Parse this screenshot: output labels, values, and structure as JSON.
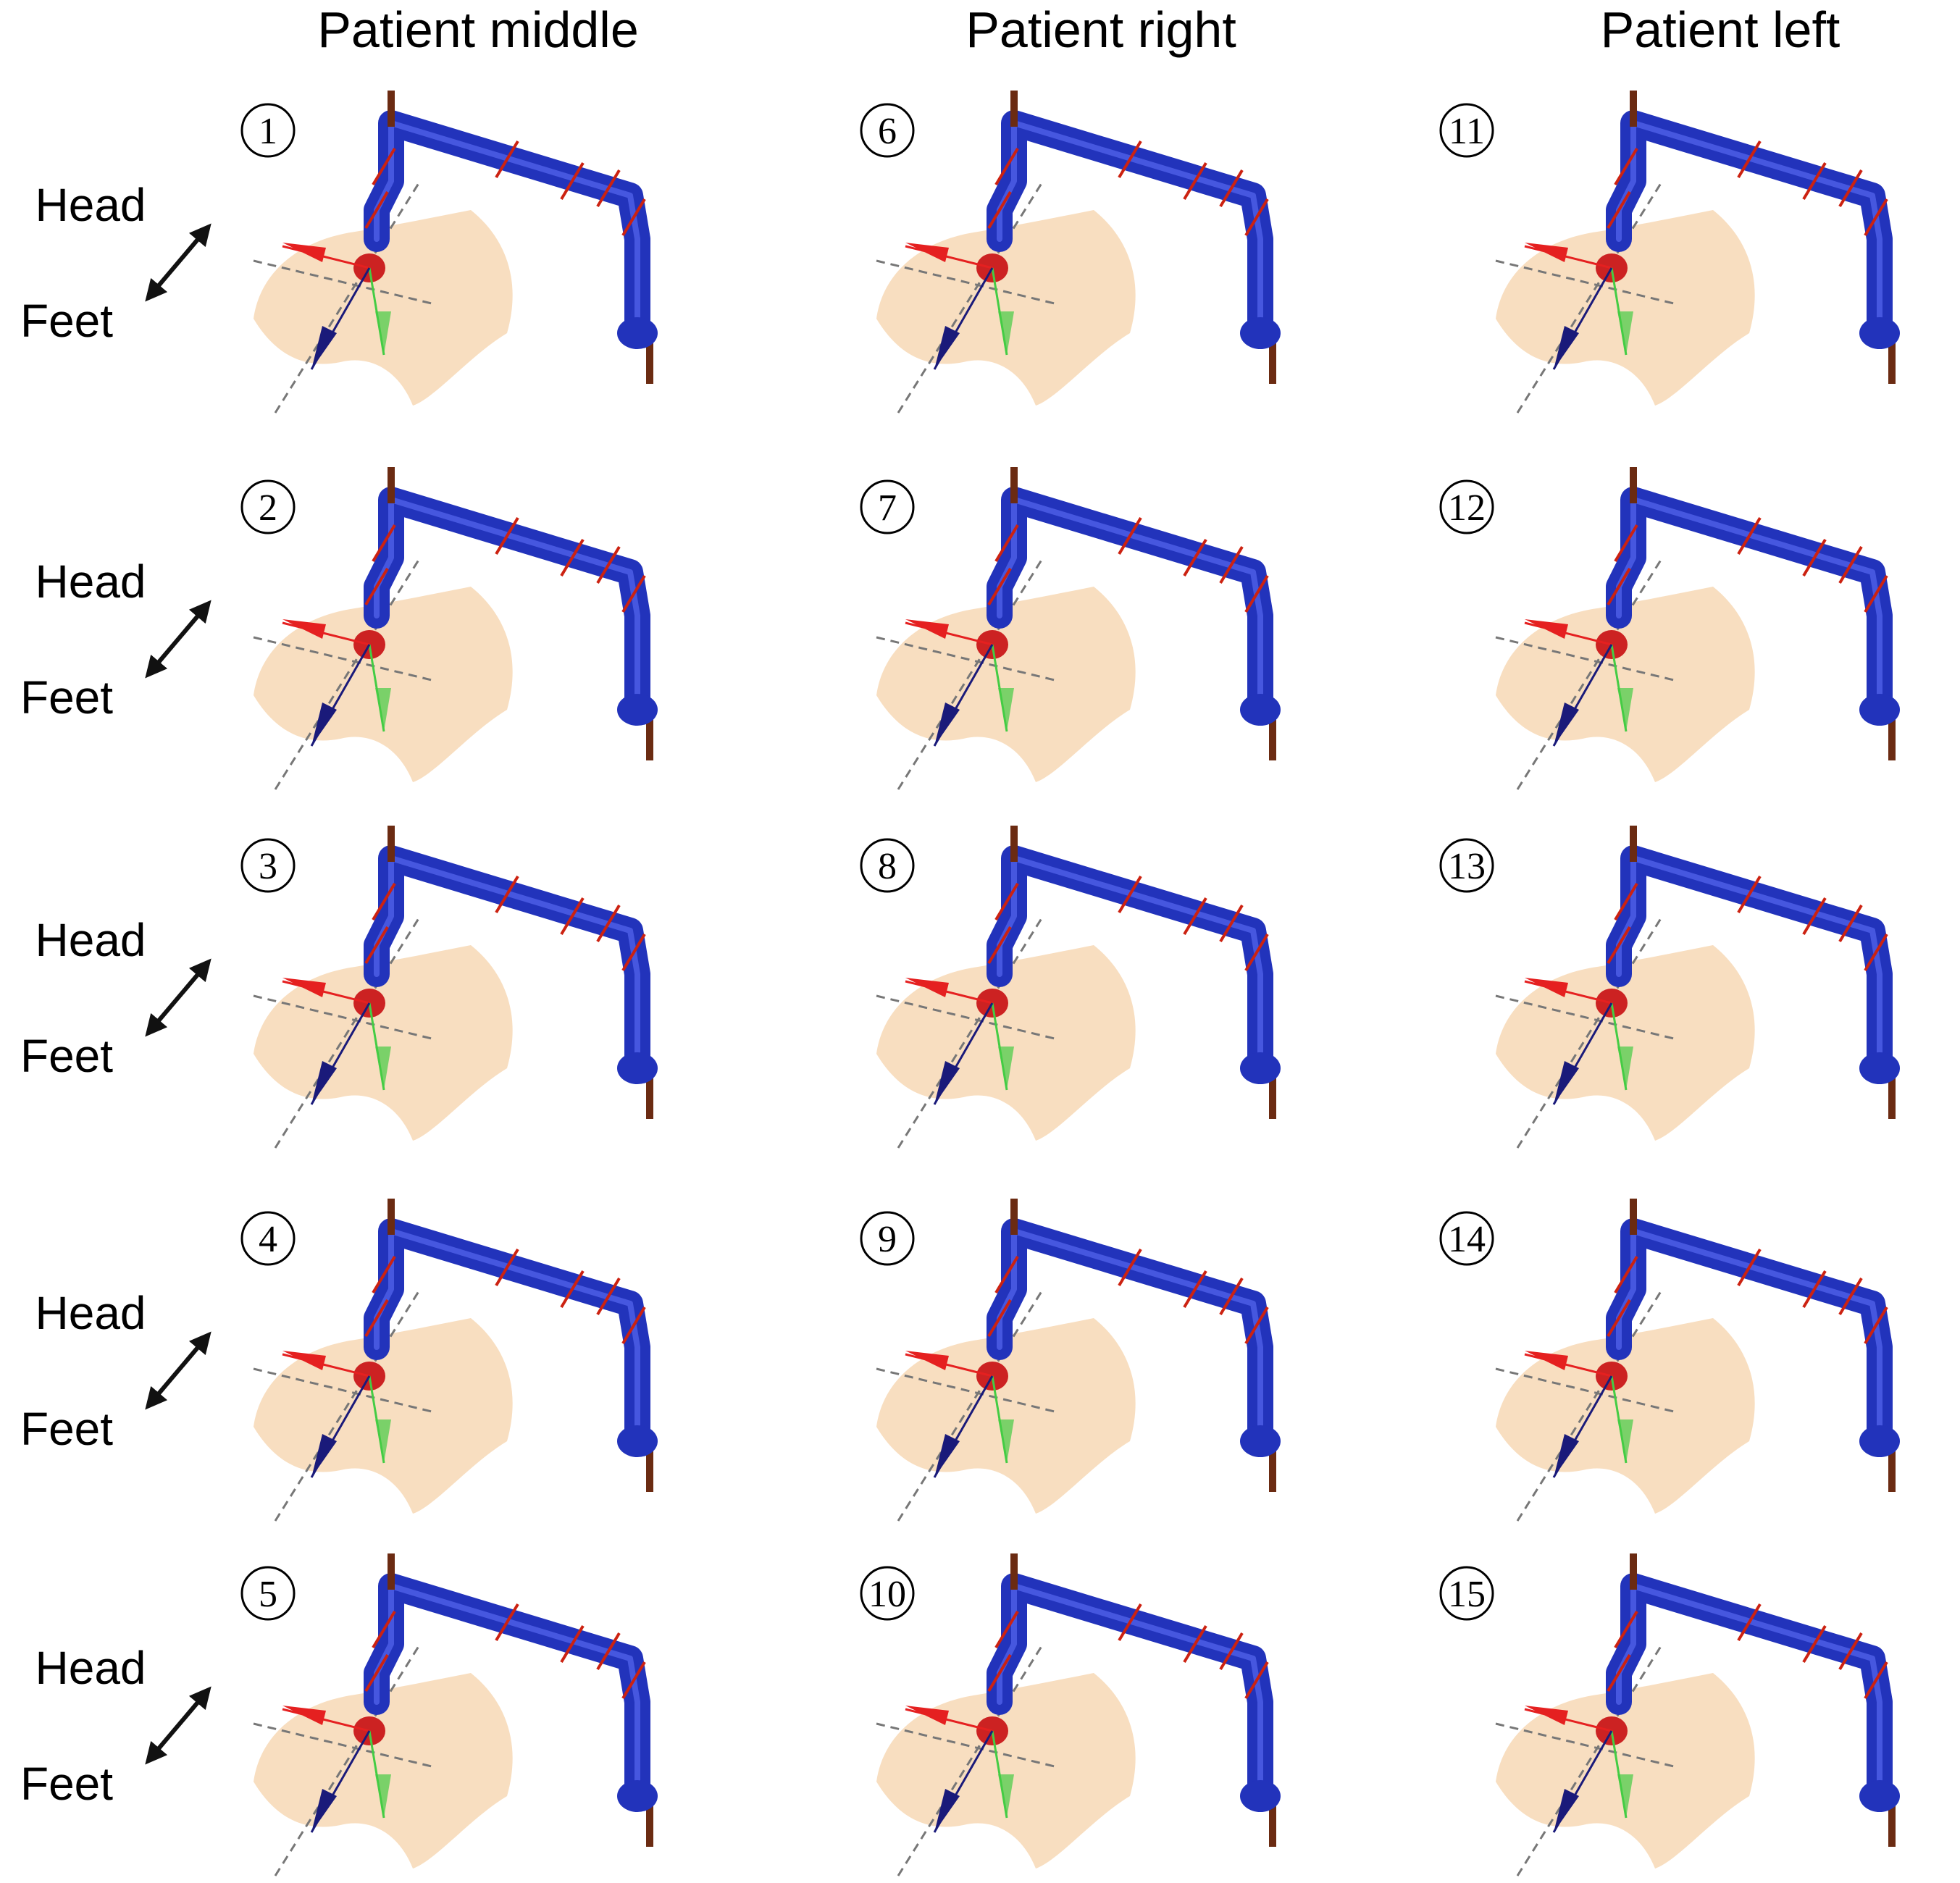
{
  "columns": [
    {
      "title": "Patient middle",
      "panels": [
        "①",
        "②",
        "③",
        "④",
        "⑤"
      ]
    },
    {
      "title": "Patient right",
      "panels": [
        "⑥",
        "⑦",
        "⑧",
        "⑨",
        "⑩"
      ]
    },
    {
      "title": "Patient left",
      "panels": [
        "⑪",
        "⑫",
        "⑬",
        "⑭",
        "⑮"
      ]
    }
  ],
  "orientation_labels": {
    "head": "Head",
    "feet": "Feet"
  },
  "panel_numbers": [
    "1",
    "2",
    "3",
    "4",
    "5",
    "6",
    "7",
    "8",
    "9",
    "10",
    "11",
    "12",
    "13",
    "14",
    "15"
  ],
  "colors": {
    "robot_arm": "#2233bb",
    "robot_arm_highlight": "#5566ee",
    "joint_marks": "#cc2211",
    "end_effector": "#cc2222",
    "patient_surface": "#f6d6b0",
    "axis_x": "#e52020",
    "axis_y": "#44cc44",
    "axis_z": "#1a1a7a",
    "guide_lines": "#777777",
    "base_post": "#6b2b12"
  },
  "icons": [
    "double-headed-arrow-icon",
    "robot-arm-icon",
    "patient-surface-icon",
    "coordinate-axes-icon"
  ]
}
